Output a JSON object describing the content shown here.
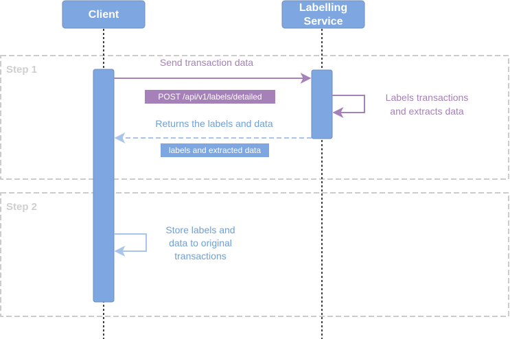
{
  "actors": {
    "client": {
      "label": "Client"
    },
    "service": {
      "label_line1": "Labelling",
      "label_line2": "Service"
    }
  },
  "steps": [
    {
      "label": "Step 1"
    },
    {
      "label": "Step 2"
    }
  ],
  "messages": {
    "send": {
      "label": "Send transaction data",
      "tag": "POST /api/v1/labels/detailed"
    },
    "self_service": {
      "line1": "Labels transactions",
      "line2": "and extracts data"
    },
    "returns": {
      "label": "Returns the labels and data",
      "tag": "labels and extracted data"
    },
    "store": {
      "line1": "Store labels and",
      "line2": "data to original",
      "line3": "transactions"
    }
  },
  "colors": {
    "actor_fill": "#7ea6e0",
    "actor_stroke": "#6c8ebf",
    "request": "#a680b8",
    "response": "#7ea6e0",
    "response_text": "#6d9fd8",
    "step_border": "#cccccc"
  }
}
